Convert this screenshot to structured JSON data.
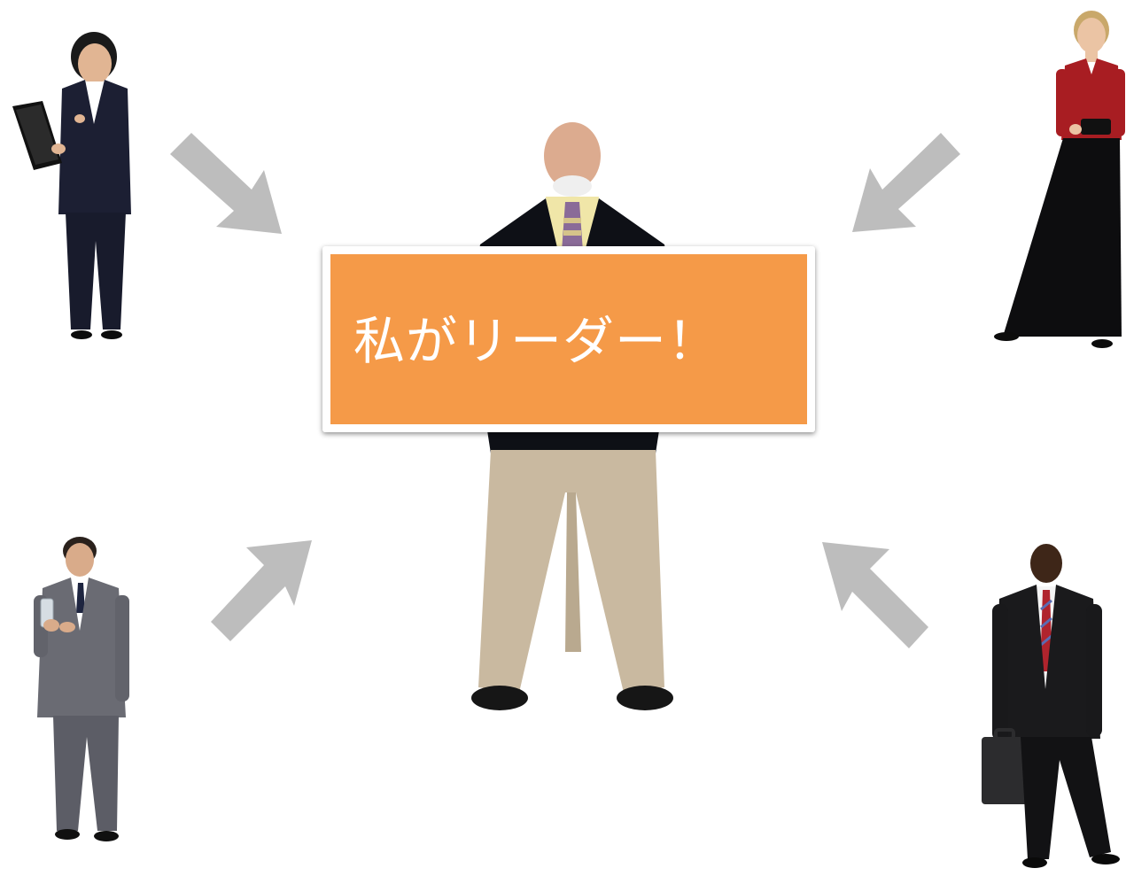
{
  "sign": {
    "text": "私がリーダー！"
  },
  "colors": {
    "sign_fill": "#f59a48",
    "sign_text": "#ffffff",
    "arrow": "#bdbdbd"
  },
  "figures": [
    {
      "role": "leader",
      "icon": "leader-person-icon"
    },
    {
      "role": "follower",
      "icon": "woman-with-folder-icon"
    },
    {
      "role": "follower",
      "icon": "woman-in-red-icon"
    },
    {
      "role": "follower",
      "icon": "man-in-grey-suit-icon"
    },
    {
      "role": "follower",
      "icon": "man-with-briefcase-icon"
    }
  ],
  "arrows": [
    {
      "from": "top-left",
      "to": "center"
    },
    {
      "from": "top-right",
      "to": "center"
    },
    {
      "from": "bottom-left",
      "to": "center"
    },
    {
      "from": "bottom-right",
      "to": "center"
    }
  ]
}
